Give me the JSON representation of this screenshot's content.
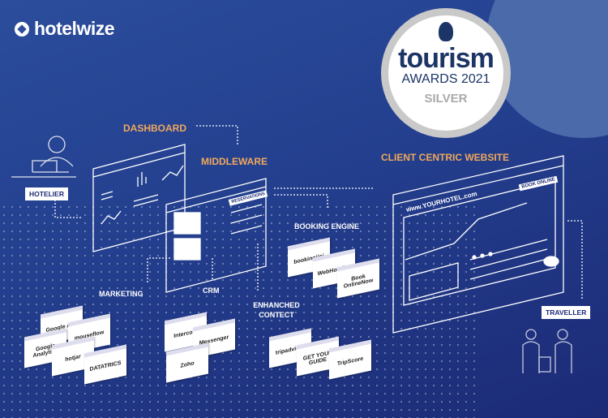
{
  "brand": {
    "name": "hotelwize"
  },
  "award": {
    "line1": "tourism",
    "line2": "AWARDS 2021",
    "line3": "SILVER"
  },
  "labels": {
    "dashboard": "DASHBOARD",
    "middleware": "MIDDLEWARE",
    "website": "CLIENT CENTRIC WEBSITE",
    "booking_engine": "BOOKING ENGINE",
    "marketing": "MARKETING",
    "crm": "CRM",
    "enhanced_content": "ENHANCHED CONTECT"
  },
  "boxes": {
    "hotelier": "HOTELIER",
    "traveller": "TRAVELLER"
  },
  "website_mock": {
    "url": "www.YOURHOTEL.com",
    "book": "BOOK ONLINE"
  },
  "middleware_mock": {
    "tag": "RESERVATIONS"
  },
  "logos": {
    "marketing": [
      "Google Ads",
      "mouseflow",
      "Google Analytics",
      "hotjar",
      "DATATRICS"
    ],
    "crm": [
      "Intercom",
      "Messenger",
      "Zoho"
    ],
    "booking": [
      "bookingjini",
      "WebHotelier",
      "Book OnlineNow"
    ],
    "enhanced": [
      "tripadvisor",
      "GET YOUR GUIDE",
      "TripScore"
    ]
  },
  "colors": {
    "accent": "#f0a85c",
    "bg": "#233f8e"
  }
}
